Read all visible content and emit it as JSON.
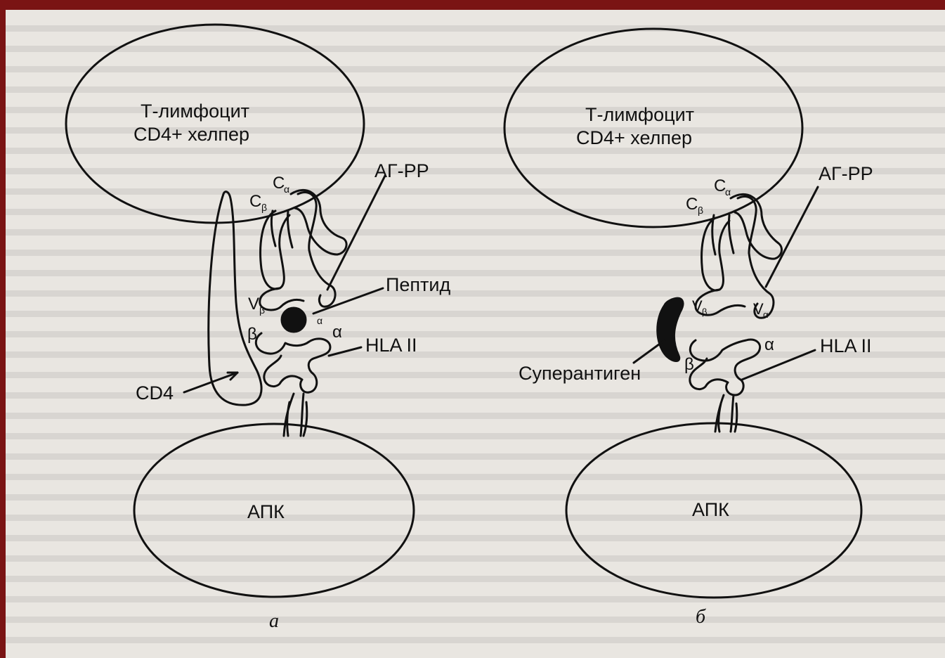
{
  "header": {
    "title_fragment": ""
  },
  "colors": {
    "frame": "#7a1414",
    "title": "#ffd400",
    "ink": "#111111",
    "paper": "#e9e6e1"
  },
  "panel_a": {
    "t_cell_line1": "Т-лимфоцит",
    "t_cell_line2": "CD4+ хелпер",
    "apc": "АПК",
    "tcr": "АГ-РР",
    "peptide": "Пептид",
    "hla": "HLA II",
    "cd4": "CD4",
    "c_alpha": "C",
    "c_alpha_sub": "α",
    "c_beta": "C",
    "c_beta_sub": "β",
    "v_beta": "V",
    "v_beta_sub": "β",
    "v_alpha_sub": "α",
    "alpha": "α",
    "beta": "β",
    "caption": "а"
  },
  "panel_b": {
    "t_cell_line1": "Т-лимфоцит",
    "t_cell_line2": "CD4+ хелпер",
    "apc": "АПК",
    "tcr": "АГ-РР",
    "superantigen": "Суперантиген",
    "hla": "HLA II",
    "c_alpha": "C",
    "c_alpha_sub": "α",
    "c_beta": "C",
    "c_beta_sub": "β",
    "v_beta": "V",
    "v_beta_sub": "β",
    "v_alpha": "V",
    "v_alpha_sub": "α",
    "alpha": "α",
    "beta": "β",
    "caption": "б"
  }
}
